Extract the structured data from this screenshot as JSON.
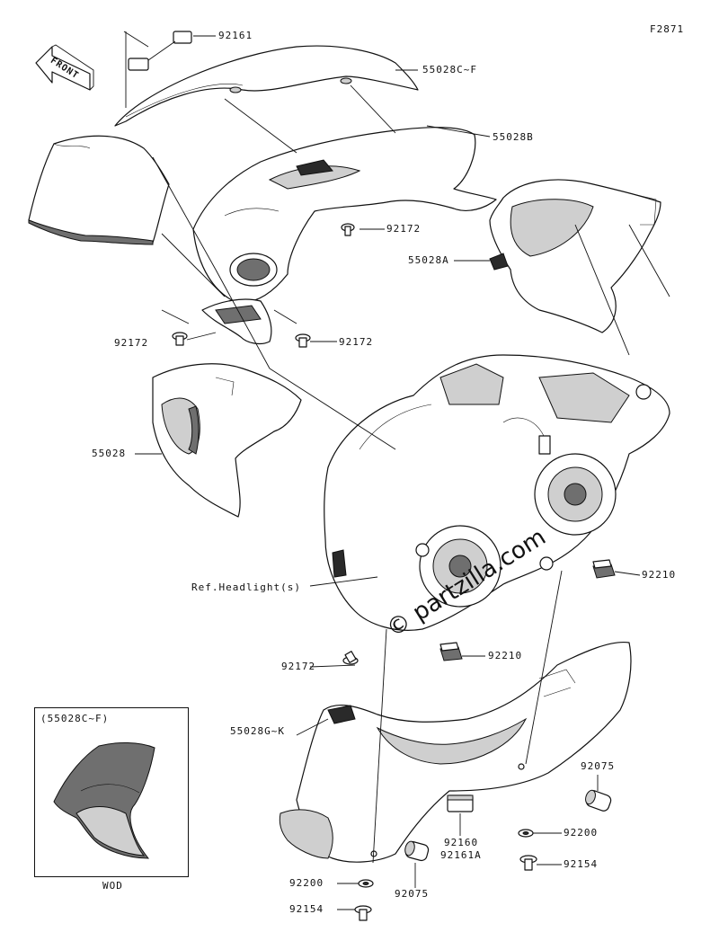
{
  "figure_code": "F2871",
  "front_label": "FRONT",
  "watermark": "© partzilla.com",
  "inset": {
    "title": "(55028C~F)",
    "caption": "WOD"
  },
  "labels": {
    "p92161_top": "92161",
    "p55028C_F": "55028C~F",
    "p55028B": "55028B",
    "p92172_a": "92172",
    "p55028A": "55028A",
    "p92172_b": "92172",
    "p92172_c": "92172",
    "p55028": "55028",
    "ref_headlight": "Ref.Headlight(s)",
    "p92210_a": "92210",
    "p92210_b": "92210",
    "p92172_d": "92172",
    "p55028G_K": "55028G~K",
    "p92075_a": "92075",
    "p92200_a": "92200",
    "p92154_a": "92154",
    "p92160": "92160",
    "p92161A": "92161A",
    "p92200_b": "92200",
    "p92075_b": "92075",
    "p92154_b": "92154"
  }
}
